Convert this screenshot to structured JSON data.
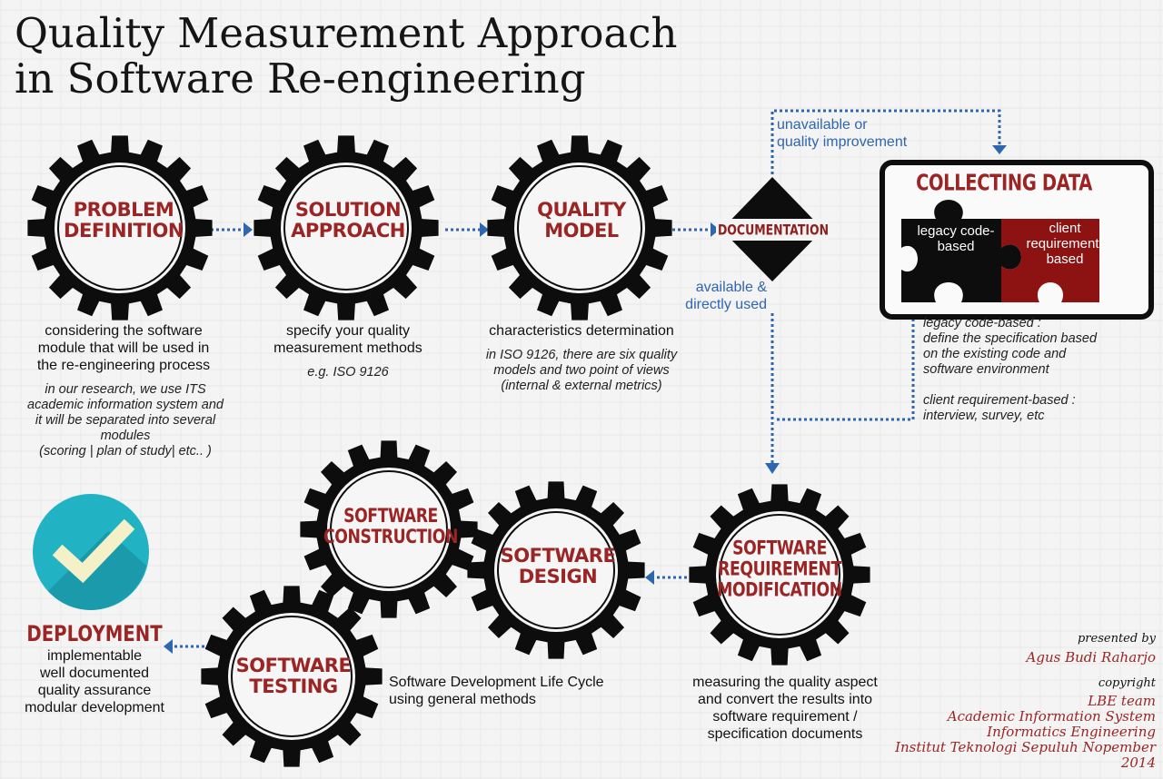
{
  "title": {
    "line1": "Quality Measurement Approach",
    "line2": "in Software Re-engineering"
  },
  "colors": {
    "gear": "#0d0d0d",
    "accent_red": "#9b2424",
    "connector_blue": "#2e66b0",
    "check_teal": "#21b3c4"
  },
  "gears": {
    "problem_definition": {
      "line1": "PROBLEM",
      "line2": "DEFINITION"
    },
    "solution_approach": {
      "line1": "SOLUTION",
      "line2": "APPROACH"
    },
    "quality_model": {
      "line1": "QUALITY",
      "line2": "MODEL"
    },
    "software_construction": {
      "line1": "SOFTWARE",
      "line2": "CONSTRUCTION"
    },
    "software_design": {
      "line1": "SOFTWARE",
      "line2": "DESIGN"
    },
    "software_requirement_modification": {
      "line1": "SOFTWARE",
      "line2": "REQUIREMENT",
      "line3": "MODIFICATION"
    },
    "software_testing": {
      "line1": "SOFTWARE",
      "line2": "TESTING"
    }
  },
  "documentation": {
    "label": "DOCUMENTATION"
  },
  "branches": {
    "top": {
      "line1": "unavailable or",
      "line2": "quality improvement"
    },
    "bottom": {
      "line1": "available &",
      "line2": "directly used"
    }
  },
  "collecting_data": {
    "title": "COLLECTING DATA",
    "legacy": {
      "line1": "legacy code-",
      "line2": "based"
    },
    "client": {
      "line1": "client",
      "line2": "requirement-",
      "line3": "based"
    }
  },
  "problem_text": {
    "line1": "considering the software",
    "line2": "module that will be used in",
    "line3": "the re-engineering process"
  },
  "problem_note": {
    "line1": "in our research, we use ITS",
    "line2": "academic information system and",
    "line3": "it will be separated into several",
    "line4": "modules",
    "line5": "(scoring | plan of study| etc.. )"
  },
  "solution_text": {
    "line1": "specify your quality",
    "line2": "measurement methods"
  },
  "solution_note": "e.g. ISO 9126",
  "quality_text": "characteristics determination",
  "quality_note": {
    "line1": "in ISO 9126, there are six quality",
    "line2": "models and two point of views",
    "line3": "(internal & external metrics)"
  },
  "legacy_notes": {
    "line1": "legacy code-based :",
    "line2": "define the specification based",
    "line3": "on the existing code and",
    "line4": "software environment",
    "line5": "client requirement-based :",
    "line6": "interview, survey, etc"
  },
  "deployment": {
    "title": "DEPLOYMENT",
    "line1": "implementable",
    "line2": "well documented",
    "line3": "quality assurance",
    "line4": "modular development"
  },
  "sdlc_text": {
    "line1": "Software Development Life Cycle",
    "line2": "using general methods"
  },
  "measure_text": {
    "line1": "measuring the quality aspect",
    "line2": "and convert the results into",
    "line3": "software requirement /",
    "line4": "specification documents"
  },
  "credits": {
    "presented_by": "presented by",
    "author": "Agus Budi Raharjo",
    "copyright": "copyright",
    "team_line1": "LBE team",
    "team_line2": "Academic Information System",
    "team_line3": "Informatics Engineering",
    "team_line4": "Institut Teknologi Sepuluh Nopember",
    "team_line5": "2014"
  }
}
